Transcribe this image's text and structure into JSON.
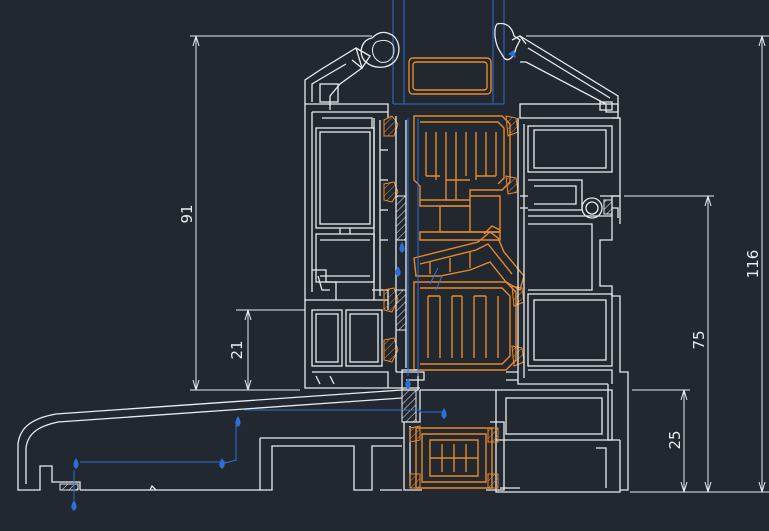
{
  "view": {
    "background": "#212830",
    "line_color": "#e8ecef",
    "gasket_color": "#e8892b",
    "drainage_color": "#2d6fd8"
  },
  "dimensions": {
    "d91": "91",
    "d21": "21",
    "d116": "116",
    "d75": "75",
    "d25": "25"
  }
}
